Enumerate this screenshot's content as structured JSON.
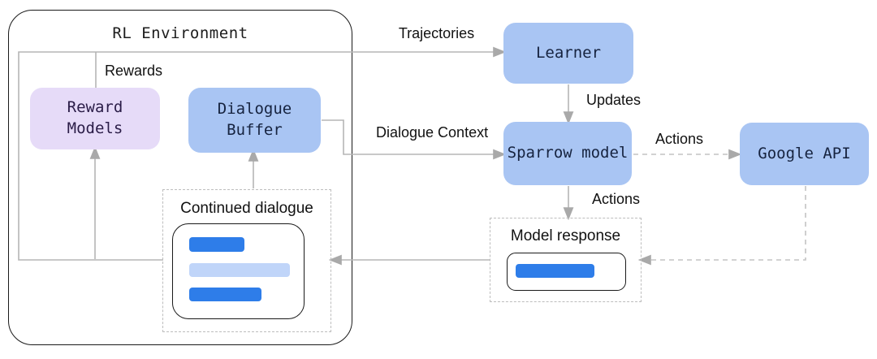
{
  "diagram": {
    "type": "flow-diagram",
    "title": "RL Environment",
    "nodes": {
      "reward_models": {
        "label": "Reward\nModels"
      },
      "dialogue_buffer": {
        "label": "Dialogue\nBuffer"
      },
      "learner": {
        "label": "Learner"
      },
      "sparrow_model": {
        "label": "Sparrow model"
      },
      "google_api": {
        "label": "Google API"
      },
      "continued_dialogue": {
        "label": "Continued dialogue"
      },
      "model_response": {
        "label": "Model response"
      }
    },
    "edges": {
      "trajectories": {
        "label": "Trajectories",
        "from": "continued_dialogue",
        "to": "learner",
        "style": "solid"
      },
      "rewards": {
        "label": "Rewards",
        "from": "reward_models",
        "to": "trajectories_line",
        "style": "solid"
      },
      "dialogue_to_rewards": {
        "label": "",
        "from": "continued_dialogue",
        "to": "reward_models",
        "style": "solid"
      },
      "dialogue_to_buffer": {
        "label": "",
        "from": "continued_dialogue",
        "to": "dialogue_buffer",
        "style": "solid"
      },
      "dialogue_context": {
        "label": "Dialogue Context",
        "from": "dialogue_buffer",
        "to": "sparrow_model",
        "style": "solid"
      },
      "updates": {
        "label": "Updates",
        "from": "learner",
        "to": "sparrow_model",
        "style": "solid"
      },
      "actions_api": {
        "label": "Actions",
        "from": "sparrow_model",
        "to": "google_api",
        "style": "dashed"
      },
      "actions_response": {
        "label": "Actions",
        "from": "sparrow_model",
        "to": "model_response",
        "style": "solid"
      },
      "api_return": {
        "label": "",
        "from": "google_api",
        "to": "model_response",
        "style": "dashed"
      },
      "response_to_dialogue": {
        "label": "",
        "from": "model_response",
        "to": "continued_dialogue",
        "style": "solid"
      }
    },
    "colors": {
      "node_blue": "#a9c5f3",
      "node_purple": "#e6dbf8",
      "node_text_blue": "#16233f",
      "node_text_purple": "#2a1c47",
      "bubble_blue": "#2e7de9",
      "bubble_light_blue": "#c0d5f9",
      "line_gray": "#b5b5b5",
      "dashed_line_gray": "#c3c3c3",
      "arrow_gray": "#a9a9a9",
      "container_border": "#1a1a1a",
      "dashed_border": "#bdbdbd",
      "label_text": "#111111"
    }
  }
}
